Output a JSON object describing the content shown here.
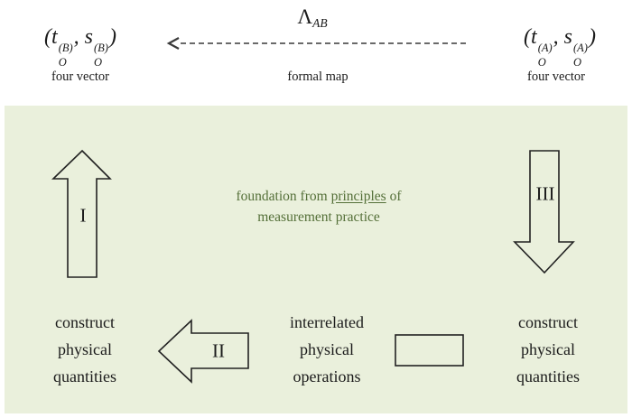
{
  "colors": {
    "panelBg": "#eaf0dc",
    "noteGreen": "#546f38",
    "ink": "#1b1b1b",
    "dashGray": "#555555"
  },
  "top": {
    "left_vector": {
      "open": "(",
      "base1": "t",
      "sub1": "O",
      "sup1": "(B)",
      "comma": ", ",
      "base2": "s",
      "sub2": "O",
      "sup2": "(B)",
      "close": ")",
      "caption": "four vector"
    },
    "map": {
      "symbol": "Λ",
      "subscript": "AB",
      "caption": "formal map"
    },
    "right_vector": {
      "open": "(",
      "base1": "t",
      "sub1": "O",
      "sup1": "(A)",
      "comma": ", ",
      "base2": "s",
      "sub2": "O",
      "sup2": "(A)",
      "close": ")",
      "caption": "four vector"
    }
  },
  "panel": {
    "note": {
      "line1_pre": "foundation from ",
      "line1_underlined": "principles",
      "line1_post": " of",
      "line2": "measurement practice"
    },
    "arrow_up_label": "I",
    "arrow_left_label": "II",
    "arrow_down_label": "III",
    "bottom_left": [
      "construct",
      "physical",
      "quantities"
    ],
    "bottom_middle": [
      "interrelated",
      "physical",
      "operations"
    ],
    "bottom_right": [
      "construct",
      "physical",
      "quantities"
    ]
  }
}
